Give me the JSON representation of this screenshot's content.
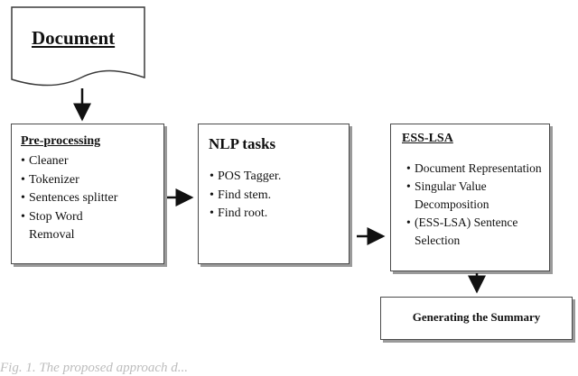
{
  "document": {
    "title": "Document"
  },
  "preprocessing": {
    "title": "Pre-processing",
    "items": [
      "Cleaner",
      "Tokenizer",
      "Sentences splitter",
      "Stop Word Removal"
    ]
  },
  "nlp": {
    "title": "NLP tasks",
    "items": [
      "POS Tagger.",
      "Find stem.",
      "Find root."
    ]
  },
  "ess_lsa": {
    "title": "ESS-LSA",
    "items": [
      "Document Representation",
      "Singular Value Decomposition",
      "(ESS-LSA) Sentence Selection"
    ]
  },
  "summary": {
    "title": "Generating the Summary"
  },
  "caption": "Fig. 1. The proposed approach d..."
}
